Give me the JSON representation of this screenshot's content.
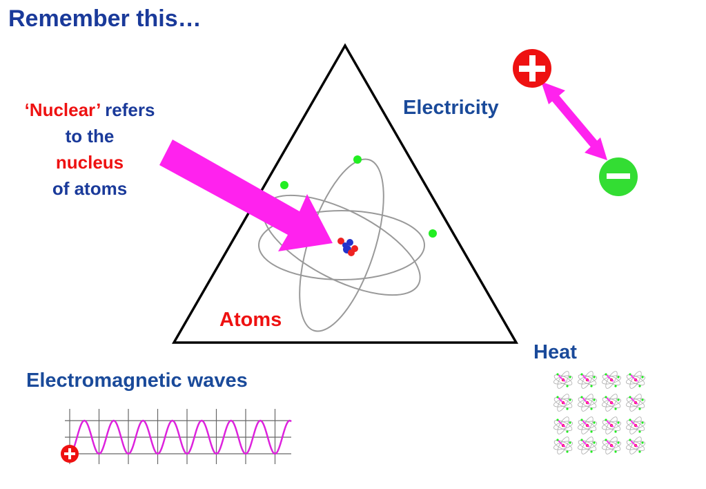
{
  "title": "Remember this…",
  "nuclear_note": {
    "line1_red": "‘Nuclear’",
    "line1_rest": " refers",
    "line2": "to the",
    "line3_red": "nucleus",
    "line4": "of atoms"
  },
  "labels": {
    "electricity": "Electricity",
    "atoms": "Atoms",
    "heat": "Heat",
    "em_waves": "Electromagnetic waves"
  },
  "colors": {
    "title_blue": "#1a3a9a",
    "label_blue": "#1a4a9a",
    "red": "#ee1111",
    "magenta": "#ff22ee",
    "electron_green": "#22ee22",
    "orbit_gray": "#999999"
  },
  "icons": [
    "plus-charge-icon",
    "minus-charge-icon",
    "atom-icon",
    "double-arrow-icon",
    "wave-icon"
  ]
}
